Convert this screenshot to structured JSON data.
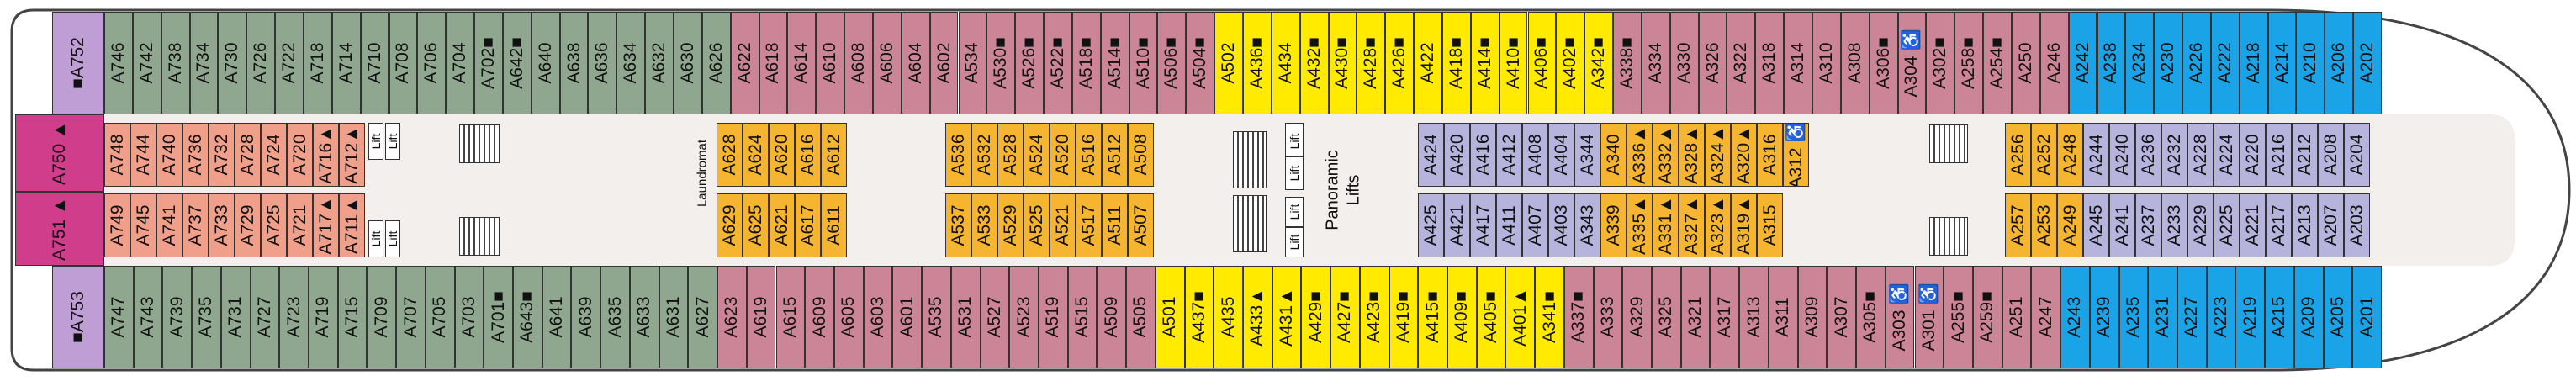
{
  "colors": {
    "green": "#8fa78e",
    "pink": "#cc8597",
    "yellow": "#ffea00",
    "blue": "#1aa3e6",
    "lavender": "#b6b3dc",
    "orange": "#f6b530",
    "salmon": "#f0a08a",
    "magenta": "#cf3d8b",
    "purple": "#bf9ed6",
    "corridor": "#f2efed",
    "hull": "#444444"
  },
  "symbols": {
    "connecting": "■",
    "accessible": "♿",
    "dot": "●",
    "sofa": "▲"
  },
  "labels": {
    "lift": "Lift",
    "panoramic": "Panoramic",
    "panoramic_lifts": "Lifts",
    "laundromat": "Laundromat"
  },
  "top_row": [
    {
      "id": "A746",
      "c": "green"
    },
    {
      "id": "A742",
      "c": "green"
    },
    {
      "id": "A738",
      "c": "green"
    },
    {
      "id": "A734",
      "c": "green"
    },
    {
      "id": "A730",
      "c": "green"
    },
    {
      "id": "A726",
      "c": "green"
    },
    {
      "id": "A722",
      "c": "green"
    },
    {
      "id": "A718",
      "c": "green"
    },
    {
      "id": "A714",
      "c": "green"
    },
    {
      "id": "A710",
      "c": "green"
    },
    {
      "id": "A708",
      "c": "green"
    },
    {
      "id": "A706",
      "c": "green"
    },
    {
      "id": "A704",
      "c": "green"
    },
    {
      "id": "A702■",
      "c": "green"
    },
    {
      "id": "A642■",
      "c": "green"
    },
    {
      "id": "A640",
      "c": "green"
    },
    {
      "id": "A638",
      "c": "green"
    },
    {
      "id": "A636",
      "c": "green"
    },
    {
      "id": "A634",
      "c": "green"
    },
    {
      "id": "A632",
      "c": "green"
    },
    {
      "id": "A630",
      "c": "green"
    },
    {
      "id": "A626",
      "c": "green"
    },
    {
      "id": "A622",
      "c": "pink"
    },
    {
      "id": "A618",
      "c": "pink"
    },
    {
      "id": "A614",
      "c": "pink"
    },
    {
      "id": "A610",
      "c": "pink"
    },
    {
      "id": "A608",
      "c": "pink"
    },
    {
      "id": "A606",
      "c": "pink"
    },
    {
      "id": "A604",
      "c": "pink"
    },
    {
      "id": "A602",
      "c": "pink"
    },
    {
      "id": "A534",
      "c": "pink"
    },
    {
      "id": "A530■",
      "c": "pink"
    },
    {
      "id": "A526■",
      "c": "pink"
    },
    {
      "id": "A522■",
      "c": "pink"
    },
    {
      "id": "A518■",
      "c": "pink"
    },
    {
      "id": "A514■",
      "c": "pink"
    },
    {
      "id": "A510■",
      "c": "pink"
    },
    {
      "id": "A506■",
      "c": "pink"
    },
    {
      "id": "A504■",
      "c": "pink"
    },
    {
      "id": "A502",
      "c": "yellow"
    },
    {
      "id": "A436■",
      "c": "yellow"
    },
    {
      "id": "A434",
      "c": "yellow"
    },
    {
      "id": "A432■",
      "c": "yellow"
    },
    {
      "id": "A430■",
      "c": "yellow"
    },
    {
      "id": "A428■",
      "c": "yellow"
    },
    {
      "id": "A426■",
      "c": "yellow"
    },
    {
      "id": "A422",
      "c": "yellow"
    },
    {
      "id": "A418■",
      "c": "yellow"
    },
    {
      "id": "A414■",
      "c": "yellow"
    },
    {
      "id": "A410■",
      "c": "yellow"
    },
    {
      "id": "A406■",
      "c": "yellow"
    },
    {
      "id": "A402■",
      "c": "yellow"
    },
    {
      "id": "A342■",
      "c": "yellow"
    },
    {
      "id": "A338■",
      "c": "pink"
    },
    {
      "id": "A334",
      "c": "pink"
    },
    {
      "id": "A330",
      "c": "pink"
    },
    {
      "id": "A326",
      "c": "pink"
    },
    {
      "id": "A322",
      "c": "pink"
    },
    {
      "id": "A318",
      "c": "pink"
    },
    {
      "id": "A314",
      "c": "pink"
    },
    {
      "id": "A310",
      "c": "pink"
    },
    {
      "id": "A308",
      "c": "pink"
    },
    {
      "id": "A306■",
      "c": "pink"
    },
    {
      "id": "A304 ♿",
      "c": "pink"
    },
    {
      "id": "A302■",
      "c": "pink"
    },
    {
      "id": "A258■",
      "c": "pink"
    },
    {
      "id": "A254■",
      "c": "pink"
    },
    {
      "id": "A250",
      "c": "pink"
    },
    {
      "id": "A246",
      "c": "pink"
    },
    {
      "id": "A242",
      "c": "blue"
    },
    {
      "id": "A238",
      "c": "blue"
    },
    {
      "id": "A234",
      "c": "blue"
    },
    {
      "id": "A230",
      "c": "blue"
    },
    {
      "id": "A226",
      "c": "blue"
    },
    {
      "id": "A222",
      "c": "blue"
    },
    {
      "id": "A218",
      "c": "blue"
    },
    {
      "id": "A214",
      "c": "blue"
    },
    {
      "id": "A210",
      "c": "blue"
    },
    {
      "id": "A206",
      "c": "blue"
    },
    {
      "id": "A202",
      "c": "blue"
    }
  ],
  "bottom_row": [
    {
      "id": "A747",
      "c": "green"
    },
    {
      "id": "A743",
      "c": "green"
    },
    {
      "id": "A739",
      "c": "green"
    },
    {
      "id": "A735",
      "c": "green"
    },
    {
      "id": "A731",
      "c": "green"
    },
    {
      "id": "A727",
      "c": "green"
    },
    {
      "id": "A723",
      "c": "green"
    },
    {
      "id": "A719",
      "c": "green"
    },
    {
      "id": "A715",
      "c": "green"
    },
    {
      "id": "A709",
      "c": "green"
    },
    {
      "id": "A707",
      "c": "green"
    },
    {
      "id": "A705",
      "c": "green"
    },
    {
      "id": "A703",
      "c": "green"
    },
    {
      "id": "A701■",
      "c": "green"
    },
    {
      "id": "A643■",
      "c": "green"
    },
    {
      "id": "A641",
      "c": "green"
    },
    {
      "id": "A639",
      "c": "green"
    },
    {
      "id": "A635",
      "c": "green"
    },
    {
      "id": "A633",
      "c": "green"
    },
    {
      "id": "A631",
      "c": "green"
    },
    {
      "id": "A627",
      "c": "green"
    },
    {
      "id": "A623",
      "c": "pink"
    },
    {
      "id": "A619",
      "c": "pink"
    },
    {
      "id": "A615",
      "c": "pink"
    },
    {
      "id": "A609",
      "c": "pink"
    },
    {
      "id": "A605",
      "c": "pink"
    },
    {
      "id": "A603",
      "c": "pink"
    },
    {
      "id": "A601",
      "c": "pink"
    },
    {
      "id": "A535",
      "c": "pink"
    },
    {
      "id": "A531",
      "c": "pink"
    },
    {
      "id": "A527",
      "c": "pink"
    },
    {
      "id": "A523",
      "c": "pink"
    },
    {
      "id": "A519",
      "c": "pink"
    },
    {
      "id": "A515",
      "c": "pink"
    },
    {
      "id": "A509",
      "c": "pink"
    },
    {
      "id": "A505",
      "c": "pink"
    },
    {
      "id": "A501",
      "c": "yellow"
    },
    {
      "id": "A437■",
      "c": "yellow"
    },
    {
      "id": "A435",
      "c": "yellow"
    },
    {
      "id": "A433▲",
      "c": "yellow"
    },
    {
      "id": "A431▲",
      "c": "yellow"
    },
    {
      "id": "A429■",
      "c": "yellow"
    },
    {
      "id": "A427■",
      "c": "yellow"
    },
    {
      "id": "A423■",
      "c": "yellow"
    },
    {
      "id": "A419■",
      "c": "yellow"
    },
    {
      "id": "A415■",
      "c": "yellow"
    },
    {
      "id": "A409■",
      "c": "yellow"
    },
    {
      "id": "A405■",
      "c": "yellow"
    },
    {
      "id": "A401▲",
      "c": "yellow"
    },
    {
      "id": "A341■",
      "c": "yellow"
    },
    {
      "id": "A337■",
      "c": "pink"
    },
    {
      "id": "A333",
      "c": "pink"
    },
    {
      "id": "A329",
      "c": "pink"
    },
    {
      "id": "A325",
      "c": "pink"
    },
    {
      "id": "A321",
      "c": "pink"
    },
    {
      "id": "A317",
      "c": "pink"
    },
    {
      "id": "A313",
      "c": "pink"
    },
    {
      "id": "A311",
      "c": "pink"
    },
    {
      "id": "A309",
      "c": "pink"
    },
    {
      "id": "A307",
      "c": "pink"
    },
    {
      "id": "A305■",
      "c": "pink"
    },
    {
      "id": "A303 ♿",
      "c": "pink"
    },
    {
      "id": "A301 ♿",
      "c": "pink"
    },
    {
      "id": "A255■",
      "c": "pink"
    },
    {
      "id": "A259■",
      "c": "pink"
    },
    {
      "id": "A251",
      "c": "pink"
    },
    {
      "id": "A247",
      "c": "pink"
    },
    {
      "id": "A243",
      "c": "blue"
    },
    {
      "id": "A239",
      "c": "blue"
    },
    {
      "id": "A235",
      "c": "blue"
    },
    {
      "id": "A231",
      "c": "blue"
    },
    {
      "id": "A227",
      "c": "blue"
    },
    {
      "id": "A223",
      "c": "blue"
    },
    {
      "id": "A219",
      "c": "blue"
    },
    {
      "id": "A215",
      "c": "blue"
    },
    {
      "id": "A209",
      "c": "blue"
    },
    {
      "id": "A205",
      "c": "blue"
    },
    {
      "id": "A201",
      "c": "blue"
    }
  ],
  "end_suites": [
    {
      "id": "■A752",
      "c": "purple"
    },
    {
      "id": "A750 ▲",
      "c": "magenta"
    },
    {
      "id": "A751 ▲",
      "c": "magenta"
    },
    {
      "id": "■A753",
      "c": "purple"
    }
  ],
  "inner_upper_aft": [
    {
      "id": "A748",
      "c": "salmon"
    },
    {
      "id": "A744",
      "c": "salmon"
    },
    {
      "id": "A740",
      "c": "salmon"
    },
    {
      "id": "A736",
      "c": "salmon"
    },
    {
      "id": "A732",
      "c": "salmon"
    },
    {
      "id": "A728",
      "c": "salmon"
    },
    {
      "id": "A724",
      "c": "salmon"
    },
    {
      "id": "A720",
      "c": "salmon"
    },
    {
      "id": "A716▲",
      "c": "salmon"
    },
    {
      "id": "A712▲",
      "c": "salmon"
    }
  ],
  "inner_lower_aft": [
    {
      "id": "A749",
      "c": "salmon"
    },
    {
      "id": "A745",
      "c": "salmon"
    },
    {
      "id": "A741",
      "c": "salmon"
    },
    {
      "id": "A737",
      "c": "salmon"
    },
    {
      "id": "A733",
      "c": "salmon"
    },
    {
      "id": "A729",
      "c": "salmon"
    },
    {
      "id": "A725",
      "c": "salmon"
    },
    {
      "id": "A721",
      "c": "salmon"
    },
    {
      "id": "A717▲",
      "c": "salmon"
    },
    {
      "id": "A711▲",
      "c": "salmon"
    }
  ],
  "laundry_upper": [
    {
      "id": "A628",
      "c": "orange"
    },
    {
      "id": "A624",
      "c": "orange"
    },
    {
      "id": "A620",
      "c": "orange"
    },
    {
      "id": "A616",
      "c": "orange"
    },
    {
      "id": "A612",
      "c": "orange"
    }
  ],
  "laundry_lower": [
    {
      "id": "A629",
      "c": "orange"
    },
    {
      "id": "A625",
      "c": "orange"
    },
    {
      "id": "A621",
      "c": "orange"
    },
    {
      "id": "A617",
      "c": "orange"
    },
    {
      "id": "A611",
      "c": "orange"
    }
  ],
  "mid_upper": [
    {
      "id": "A536",
      "c": "orange"
    },
    {
      "id": "A532",
      "c": "orange"
    },
    {
      "id": "A528",
      "c": "orange"
    },
    {
      "id": "A524",
      "c": "orange"
    },
    {
      "id": "A520",
      "c": "orange"
    },
    {
      "id": "A516",
      "c": "orange"
    },
    {
      "id": "A512",
      "c": "orange"
    },
    {
      "id": "A508",
      "c": "orange"
    }
  ],
  "mid_lower": [
    {
      "id": "A537",
      "c": "orange"
    },
    {
      "id": "A533",
      "c": "orange"
    },
    {
      "id": "A529",
      "c": "orange"
    },
    {
      "id": "A525",
      "c": "orange"
    },
    {
      "id": "A521",
      "c": "orange"
    },
    {
      "id": "A517",
      "c": "orange"
    },
    {
      "id": "A511",
      "c": "orange"
    },
    {
      "id": "A507",
      "c": "orange"
    }
  ],
  "fwd_upper": [
    {
      "id": "A424",
      "c": "lavender"
    },
    {
      "id": "A420",
      "c": "lavender"
    },
    {
      "id": "A416",
      "c": "lavender"
    },
    {
      "id": "A412",
      "c": "lavender"
    },
    {
      "id": "A408",
      "c": "lavender"
    },
    {
      "id": "A404",
      "c": "lavender"
    },
    {
      "id": "A344",
      "c": "lavender"
    },
    {
      "id": "A340",
      "c": "orange"
    },
    {
      "id": "A336▲",
      "c": "orange"
    },
    {
      "id": "A332▲",
      "c": "orange"
    },
    {
      "id": "A328▲",
      "c": "orange"
    },
    {
      "id": "A324▲",
      "c": "orange"
    },
    {
      "id": "A320▲",
      "c": "orange"
    },
    {
      "id": "A316",
      "c": "orange"
    },
    {
      "id": "A312 ♿",
      "c": "orange"
    }
  ],
  "fwd_lower": [
    {
      "id": "A425",
      "c": "lavender"
    },
    {
      "id": "A421",
      "c": "lavender"
    },
    {
      "id": "A417",
      "c": "lavender"
    },
    {
      "id": "A411",
      "c": "lavender"
    },
    {
      "id": "A407",
      "c": "lavender"
    },
    {
      "id": "A403",
      "c": "lavender"
    },
    {
      "id": "A343",
      "c": "lavender"
    },
    {
      "id": "A339",
      "c": "orange"
    },
    {
      "id": "A335▲",
      "c": "orange"
    },
    {
      "id": "A331▲",
      "c": "orange"
    },
    {
      "id": "A327▲",
      "c": "orange"
    },
    {
      "id": "A323▲",
      "c": "orange"
    },
    {
      "id": "A319▲",
      "c": "orange"
    },
    {
      "id": "A315",
      "c": "orange"
    }
  ],
  "bow_upper": [
    {
      "id": "A256",
      "c": "orange"
    },
    {
      "id": "A252",
      "c": "orange"
    },
    {
      "id": "A248",
      "c": "orange"
    },
    {
      "id": "A244",
      "c": "lavender"
    },
    {
      "id": "A240",
      "c": "lavender"
    },
    {
      "id": "A236",
      "c": "lavender"
    },
    {
      "id": "A232",
      "c": "lavender"
    },
    {
      "id": "A228",
      "c": "lavender"
    },
    {
      "id": "A224",
      "c": "lavender"
    },
    {
      "id": "A220",
      "c": "lavender"
    },
    {
      "id": "A216",
      "c": "lavender"
    },
    {
      "id": "A212",
      "c": "lavender"
    },
    {
      "id": "A208",
      "c": "lavender"
    },
    {
      "id": "A204",
      "c": "lavender"
    }
  ],
  "bow_lower": [
    {
      "id": "A257",
      "c": "orange"
    },
    {
      "id": "A253",
      "c": "orange"
    },
    {
      "id": "A249",
      "c": "orange"
    },
    {
      "id": "A245",
      "c": "lavender"
    },
    {
      "id": "A241",
      "c": "lavender"
    },
    {
      "id": "A237",
      "c": "lavender"
    },
    {
      "id": "A233",
      "c": "lavender"
    },
    {
      "id": "A229",
      "c": "lavender"
    },
    {
      "id": "A225",
      "c": "lavender"
    },
    {
      "id": "A221",
      "c": "lavender"
    },
    {
      "id": "A217",
      "c": "lavender"
    },
    {
      "id": "A213",
      "c": "lavender"
    },
    {
      "id": "A207",
      "c": "lavender"
    },
    {
      "id": "A203",
      "c": "lavender"
    }
  ]
}
